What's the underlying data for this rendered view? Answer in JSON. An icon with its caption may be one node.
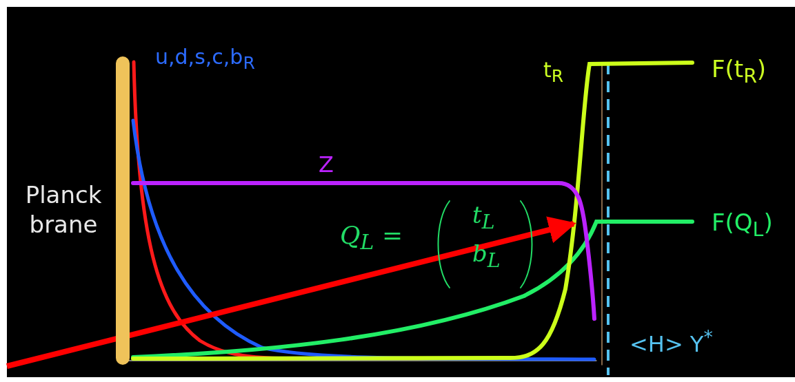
{
  "diagram": {
    "nodes": [
      {
        "text": [],
        "shape": "bar",
        "beside": [
          "Planck brane"
        ]
      }
    ],
    "labels": [
      "u,d,s,c,b$_{R}$",
      "t$_{R}$",
      "F(t$_{R}$)",
      "Z",
      "Q$_{L}$ =",
      "t$_{L}$",
      "b$_{L}$",
      "F(Q$_{L}$)",
      "<H> Y$^{*}$"
    ]
  }
}
